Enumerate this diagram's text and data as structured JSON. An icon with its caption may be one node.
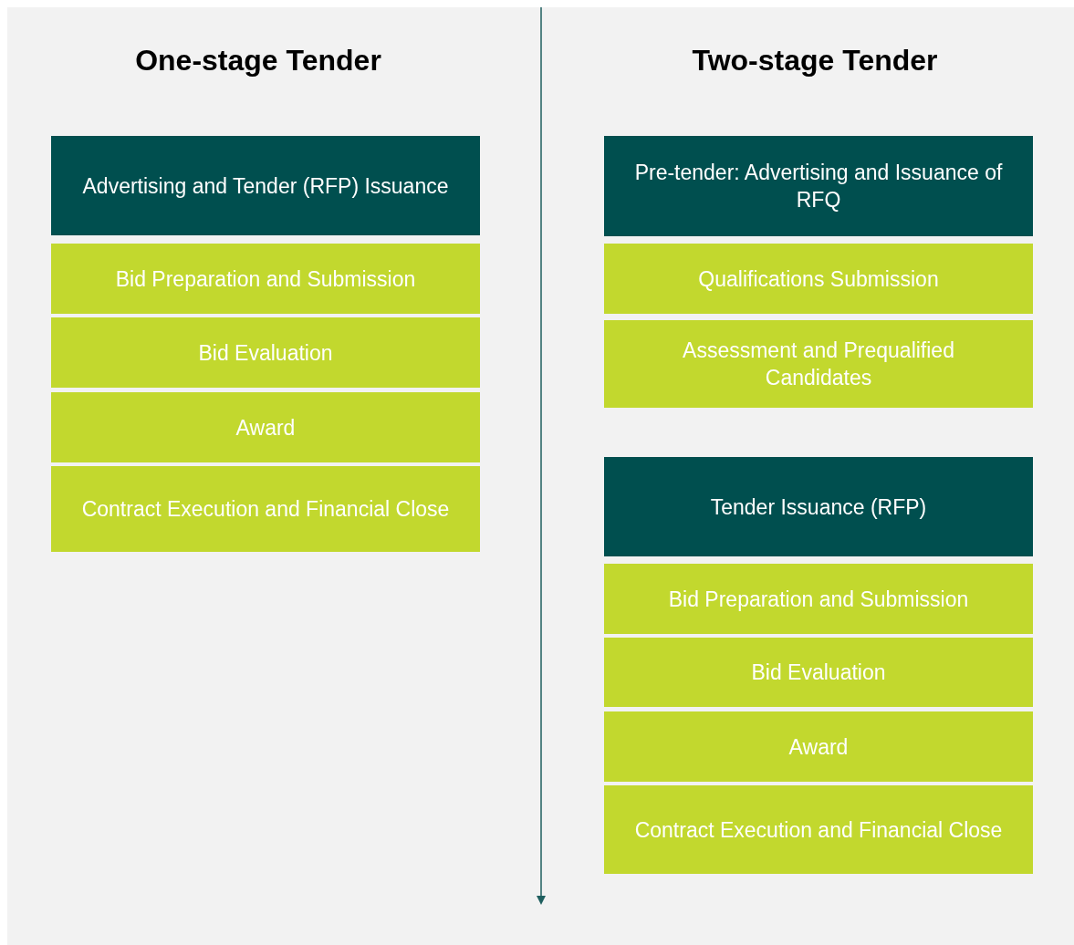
{
  "diagram": {
    "nodes": [
      {
        "text": [
          "Advertising and Tender (RFP) Issuance"
        ]
      },
      {
        "text": [
          "Bid Preparation and Submission"
        ]
      },
      {
        "text": [
          "Bid Evaluation"
        ]
      },
      {
        "text": [
          "Award"
        ]
      },
      {
        "text": [
          "Contract Execution and Financial Close"
        ]
      },
      {
        "text": [
          "Pre-tender: Advertising and Issuance of RFQ"
        ]
      },
      {
        "text": [
          "Qualifications Submission"
        ]
      },
      {
        "text": [
          "Assessment and Prequalified Candidates"
        ]
      },
      {
        "text": [
          "Tender Issuance (RFP)"
        ]
      },
      {
        "text": [
          "Bid Preparation and Submission"
        ]
      },
      {
        "text": [
          "Bid Evaluation"
        ]
      },
      {
        "text": [
          "Award"
        ]
      },
      {
        "text": [
          "Contract Execution and Financial Close"
        ]
      }
    ],
    "labels": [
      "One-stage Tender",
      "Two-stage Tender"
    ]
  }
}
